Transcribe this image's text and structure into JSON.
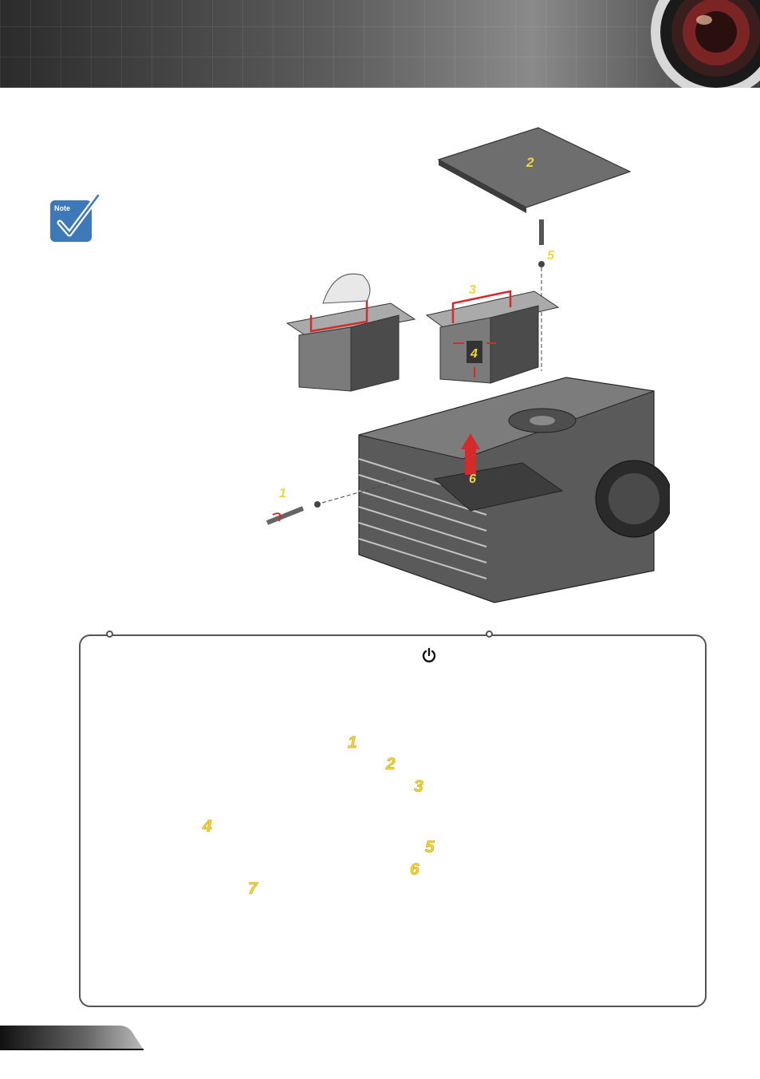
{
  "colors": {
    "accent_yellow": "#f5d33a",
    "arrow_red": "#d42a2a",
    "note_blue": "#3d78b8",
    "frame_gray": "#555555"
  },
  "note": {
    "label": "Note"
  },
  "figure": {
    "callouts": [
      "1",
      "2",
      "3",
      "4",
      "5",
      "6"
    ]
  },
  "steps": {
    "numbers": [
      "1",
      "2",
      "3",
      "4",
      "5",
      "6",
      "7"
    ]
  },
  "icons": {
    "power": "power-icon",
    "note": "checkmark-note-icon",
    "lens": "lens-icon"
  }
}
